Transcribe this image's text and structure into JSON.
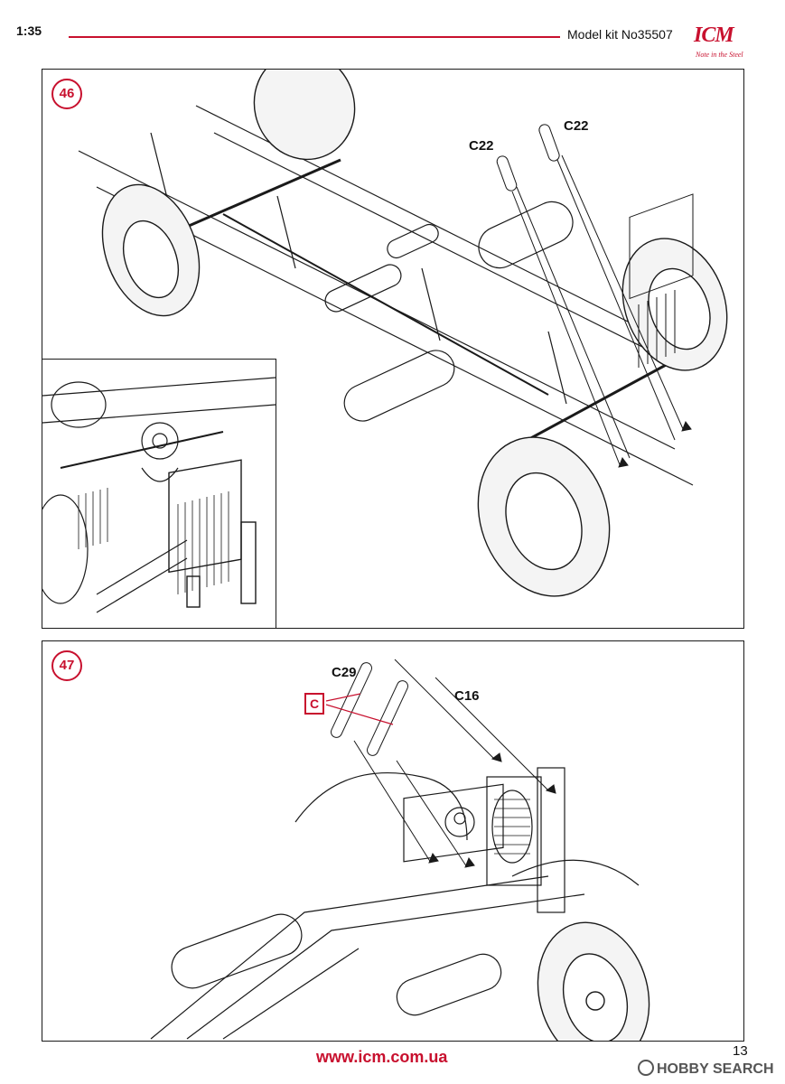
{
  "header": {
    "scale": "1:35",
    "kit": "Model kit No35507",
    "logo_text": "ICM",
    "logo_tagline": "Note in the Steel"
  },
  "steps": [
    {
      "number": "46",
      "parts": [
        "C22",
        "C22"
      ]
    },
    {
      "number": "47",
      "parts": [
        "C29",
        "C16"
      ],
      "sprue": "C"
    }
  ],
  "footer": {
    "url": "www.icm.com.ua",
    "page": "13",
    "watermark": "HOBBY SEARCH"
  },
  "colors": {
    "accent": "#c8102e",
    "line": "#1a1a1a"
  }
}
